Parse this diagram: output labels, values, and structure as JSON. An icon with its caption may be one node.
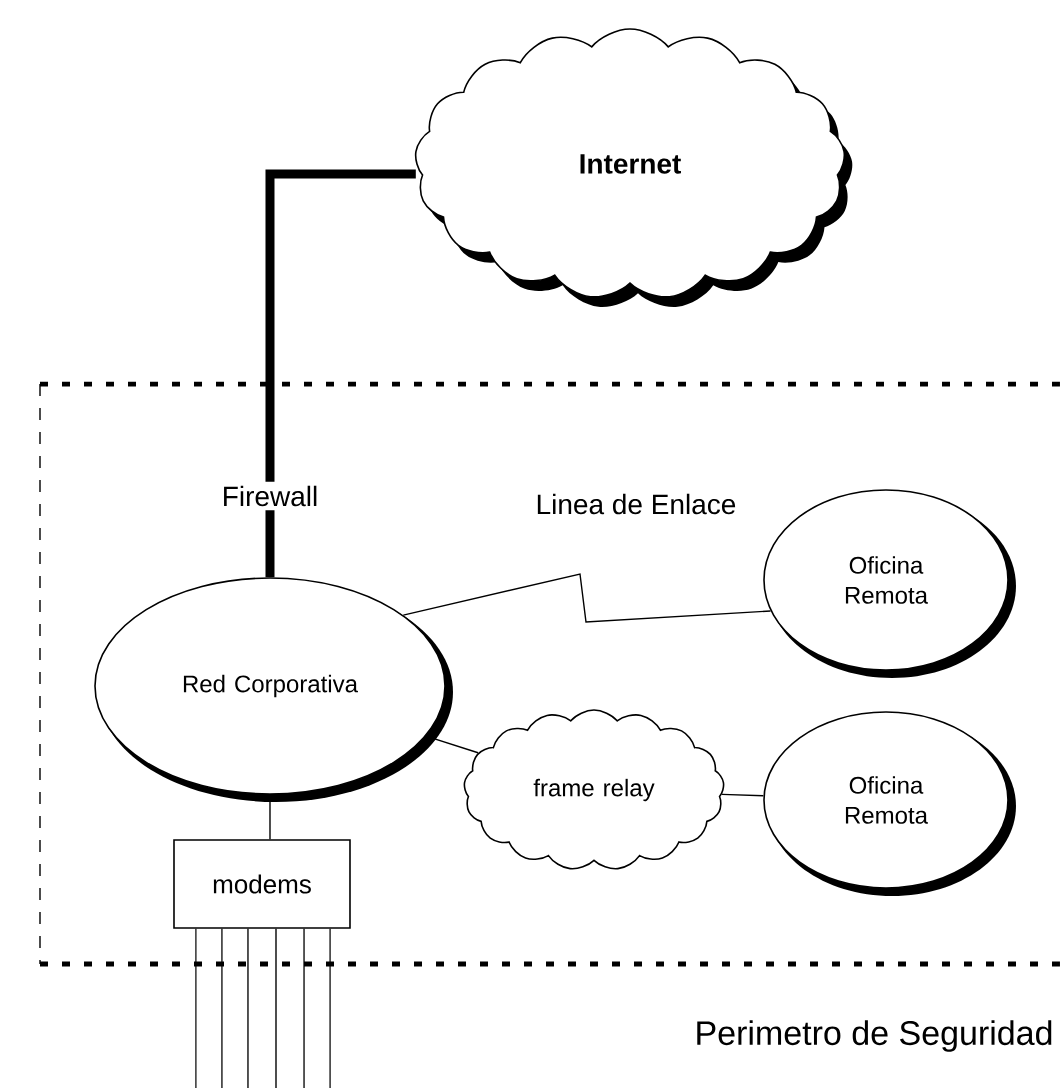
{
  "diagram": {
    "nodes": [
      {
        "text": [
          "Perimetro de Seguridad"
        ]
      },
      {
        "text": [
          "Internet"
        ]
      },
      {
        "text": [
          "Red Corporativa"
        ],
        "in": 0
      },
      {
        "text": [
          "Oficina Remota"
        ],
        "in": 0
      },
      {
        "text": [
          "frame relay"
        ],
        "in": 0
      },
      {
        "text": [
          "Oficina Remota"
        ],
        "in": 0
      },
      {
        "text": [
          "modems"
        ],
        "in": 0
      }
    ],
    "edges": [
      {
        "from": 1,
        "to": 2,
        "arrow": "none",
        "label": "Firewall",
        "style": "thick"
      },
      {
        "from": 2,
        "to": 3,
        "arrow": "none",
        "label": "Linea de Enlace"
      },
      {
        "from": 2,
        "to": 4,
        "arrow": "none"
      },
      {
        "from": 4,
        "to": 5,
        "arrow": "none"
      },
      {
        "from": 2,
        "to": 6,
        "arrow": "none"
      },
      {
        "from": 6,
        "to": null,
        "arrow": "none"
      },
      {
        "from": 6,
        "to": null,
        "arrow": "none"
      },
      {
        "from": 6,
        "to": null,
        "arrow": "none"
      },
      {
        "from": 6,
        "to": null,
        "arrow": "none"
      },
      {
        "from": 6,
        "to": null,
        "arrow": "none"
      },
      {
        "from": 6,
        "to": null,
        "arrow": "none"
      }
    ]
  }
}
